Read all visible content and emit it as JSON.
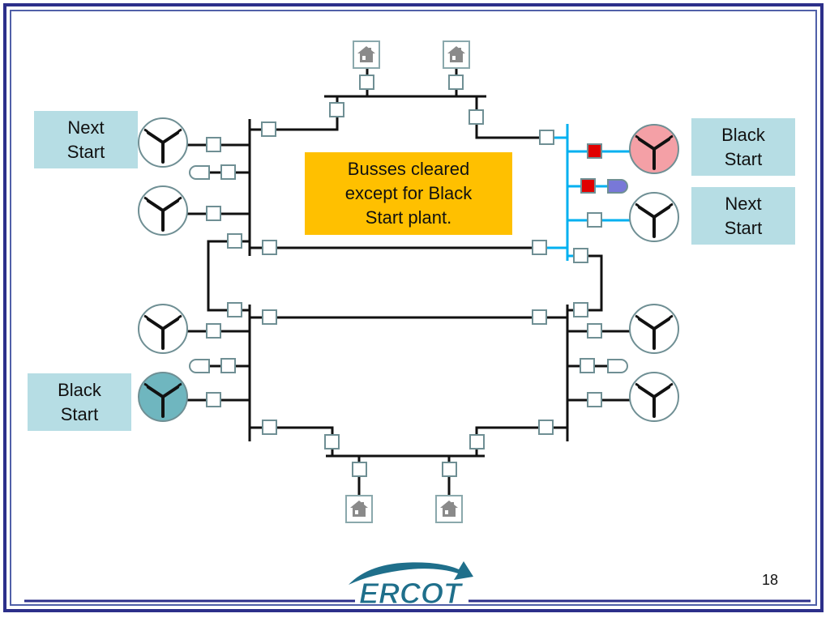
{
  "labels": {
    "top_left": "Next\nStart",
    "bottom_left": "Black\nStart",
    "top_right_black": "Black\nStart",
    "top_right_next": "Next\nStart"
  },
  "callout": "Busses cleared\nexcept for Black\nStart plant.",
  "page_number": "18",
  "logo": "ERCOT",
  "colors": {
    "frame": "#2c2f8a",
    "label_bg": "#b6dde4",
    "callout_bg": "#ffc000",
    "energized_bus": "#00b0f0",
    "black_start_gen": "#f4a0a6",
    "bottom_black_start_gen": "#6fb6bf",
    "closed_breaker": "#e00000",
    "logo_blue": "#1f6f8b"
  }
}
